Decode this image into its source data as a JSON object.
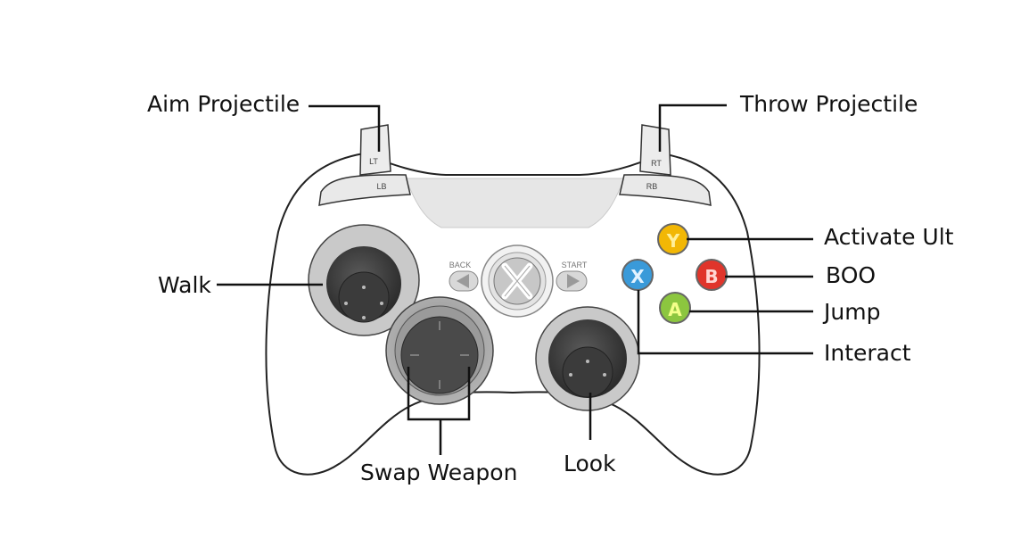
{
  "callouts": {
    "aim_projectile": "Aim Projectile",
    "throw_projectile": "Throw Projectile",
    "activate_ult": "Activate Ult",
    "boo": "BOO",
    "jump": "Jump",
    "interact": "Interact",
    "walk": "Walk",
    "swap_weapon": "Swap Weapon",
    "look": "Look"
  },
  "controller": {
    "lt": "LT",
    "rt": "RT",
    "lb": "LB",
    "rb": "RB",
    "back": "BACK",
    "start": "START",
    "buttons": {
      "y": "Y",
      "b": "B",
      "x": "X",
      "a": "A"
    }
  },
  "colors": {
    "y": "#f2b705",
    "b": "#e0352b",
    "x": "#3a9ad9",
    "a": "#8cc63f"
  },
  "icons": {
    "guide": "xbox-guide-icon",
    "back_arrow": "left-arrow-icon",
    "start_arrow": "right-arrow-icon"
  }
}
